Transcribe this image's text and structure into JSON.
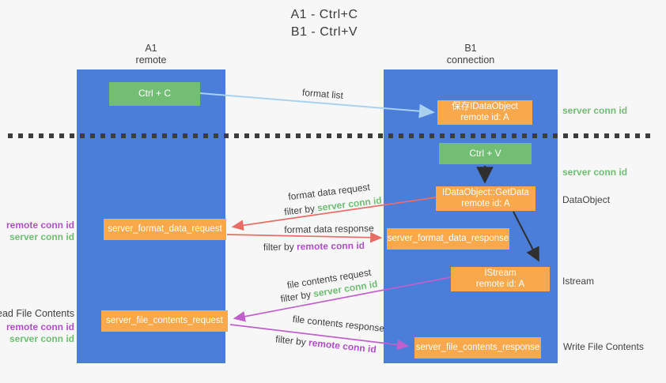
{
  "title": {
    "line1": "A1 - Ctrl+C",
    "line2": "B1 - Ctrl+V"
  },
  "lanes": {
    "left": {
      "name": "A1",
      "role": "remote"
    },
    "right": {
      "name": "B1",
      "role": "connection"
    }
  },
  "nodes": {
    "ctrl_c": {
      "label": "Ctrl + C"
    },
    "save_idataobject": {
      "line1": "保存IDataObject",
      "line2": "remote id: A"
    },
    "ctrl_v": {
      "label": "Ctrl + V"
    },
    "getdata": {
      "line1": "IDataObject::GetData",
      "line2": "remote id: A"
    },
    "format_request": {
      "label": "server_format_data_request"
    },
    "format_response": {
      "label": "server_format_data_response"
    },
    "istream": {
      "line1": "IStream",
      "line2": "remote id: A"
    },
    "file_request": {
      "label": "server_file_contents_request"
    },
    "file_response": {
      "label": "server_file_contents_response"
    }
  },
  "edge_labels": {
    "format_list": "format list",
    "format_data_request": "format data request",
    "format_data_response": "format data response",
    "file_contents_request": "file contents request",
    "file_contents_response": "file contents response",
    "filter_by": "filter by",
    "server_conn_id": "server conn id",
    "remote_conn_id": "remote conn id"
  },
  "side_labels": {
    "server_conn_id": "server conn id",
    "remote_conn_id": "remote conn id",
    "dataobject": "DataObject",
    "istream": "Istream",
    "read_file_contents": "Read File Contents",
    "write_file_contents": "Write File Contents"
  },
  "colors": {
    "lane_blue": "#4a7ed9",
    "node_green": "#71be74",
    "node_orange": "#f9a84b",
    "arrow_light_blue": "#a8d2f0",
    "arrow_red": "#e96e68",
    "arrow_magenta": "#c060cc",
    "arrow_black": "#2f2f2f",
    "text_green": "#6fbe73",
    "text_purple": "#b04fc9",
    "text_dark": "#3f3f3f",
    "background": "#f7f7f7"
  }
}
